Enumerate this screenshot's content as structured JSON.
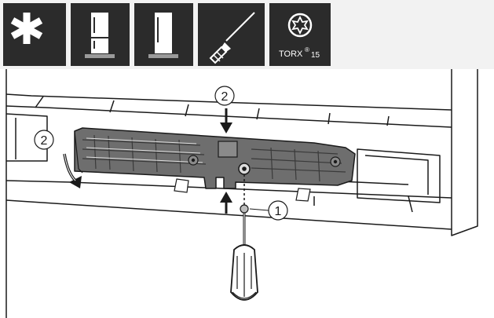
{
  "toolbar": {
    "tools": [
      {
        "icon": "asterisk-icon"
      },
      {
        "icon": "fridge-freezer-icon"
      },
      {
        "icon": "fridge-icon"
      },
      {
        "icon": "screwdriver-icon"
      },
      {
        "icon": "torx-star-icon",
        "label": "TORX",
        "mark": "®",
        "size": "15"
      }
    ]
  },
  "diagram": {
    "steps": [
      {
        "number": "1",
        "direction": "push-up"
      },
      {
        "number": "2",
        "direction": "push-down"
      },
      {
        "number": "2",
        "direction": "rotate-down"
      }
    ]
  },
  "colors": {
    "tile_background": "#2b2b2b",
    "toolbar_background": "#f2f2f2",
    "part_fill": "#6e6e6e",
    "outline": "#1a1a1a"
  }
}
